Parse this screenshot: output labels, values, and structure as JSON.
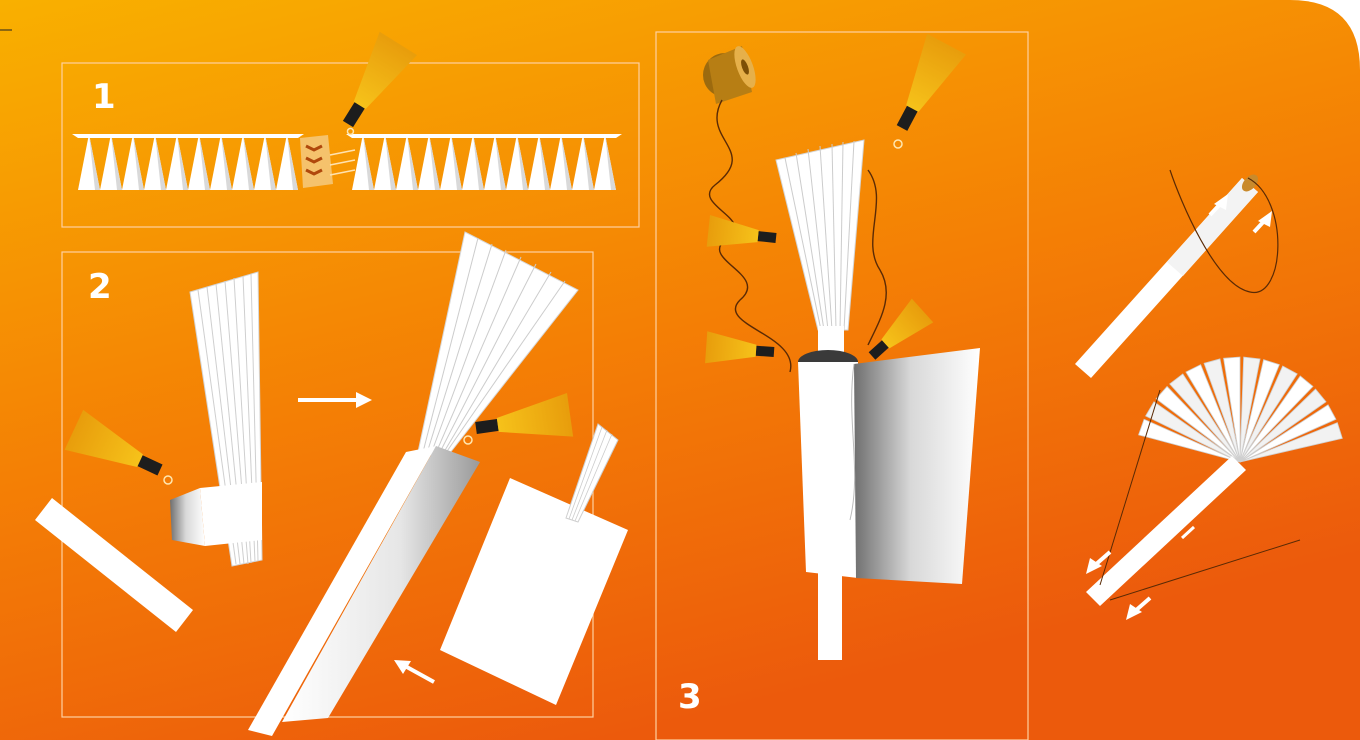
{
  "steps": [
    {
      "id": "step-1",
      "number": "1"
    },
    {
      "id": "step-2",
      "number": "2"
    },
    {
      "id": "step-3",
      "number": "3"
    }
  ],
  "colors": {
    "background_top": "#f7a700",
    "background_bottom": "#ee5d0b",
    "paper": "#ffffff",
    "glue_tube_body": "#f3b21d",
    "glue_tube_nozzle": "#1a1a1a",
    "frame_line": "#ffd7a6"
  },
  "icons": [
    "glue-tube-icon",
    "thread-spool-icon",
    "arrow-icon"
  ]
}
